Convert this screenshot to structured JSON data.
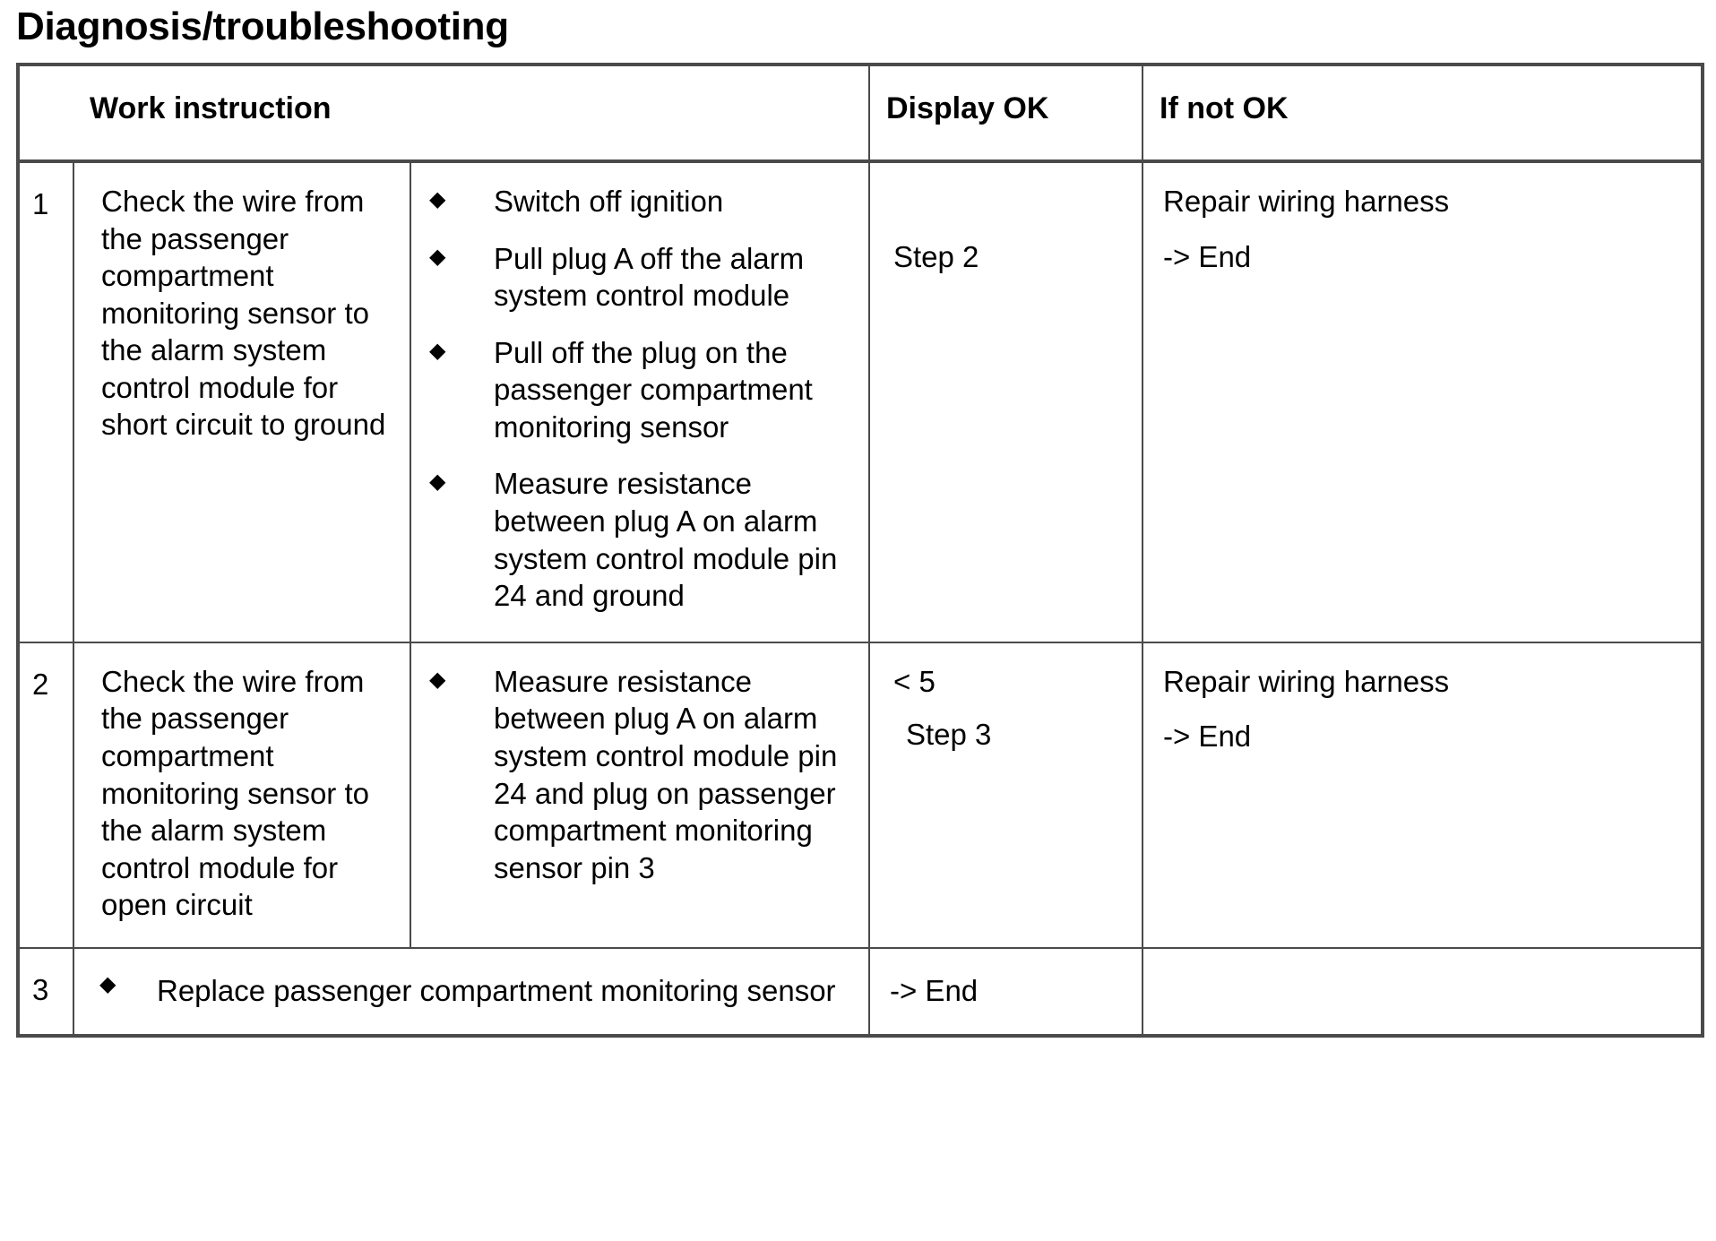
{
  "document": {
    "title": "Diagnosis/troubleshooting"
  },
  "table": {
    "headers": {
      "number": "",
      "work_instruction": "Work instruction",
      "display_ok": "Display OK",
      "if_not_ok": "If not OK"
    },
    "bullet_glyph": "◆",
    "rows": [
      {
        "number": "1",
        "instruction": "Check the wire from the passenger compartment monitoring sensor to the alarm system control module for short circuit to ground",
        "bullets": [
          "Switch off ignition",
          "Pull plug A off the alarm system control module",
          "Pull off the plug on the passenger compartment monitoring sensor",
          "Measure resistance between plug A on alarm system control module pin 24 and ground"
        ],
        "display_ok": [
          "Step 2"
        ],
        "if_not_ok": [
          "Repair wiring harness",
          "-> End"
        ]
      },
      {
        "number": "2",
        "instruction": "Check the wire from the passenger compartment monitoring sensor to the alarm system control module for open circuit",
        "bullets": [
          "Measure resistance between plug A on alarm system control module pin 24 and plug on passenger compartment monitoring sensor pin 3"
        ],
        "display_ok": [
          "< 5",
          "Step 3"
        ],
        "if_not_ok": [
          "Repair wiring harness",
          "-> End"
        ]
      },
      {
        "number": "3",
        "instruction": "Replace passenger compartment monitoring sensor",
        "bullets": [],
        "display_ok": [
          "-> End"
        ],
        "if_not_ok": []
      }
    ]
  },
  "colors": {
    "border": "#4a4a4a",
    "text": "#000000",
    "background": "#ffffff"
  }
}
